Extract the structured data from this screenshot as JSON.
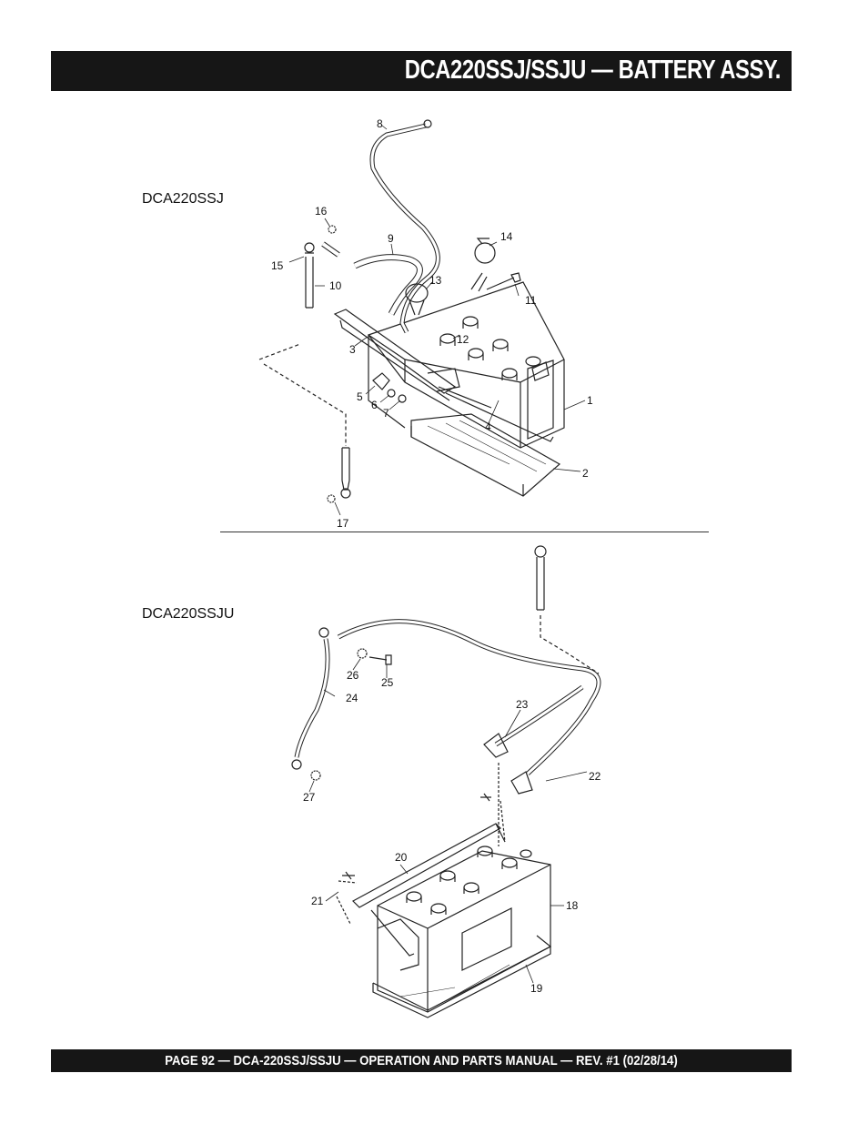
{
  "header": {
    "title": "DCA220SSJ/SSJU — BATTERY ASSY."
  },
  "footer": {
    "text": "PAGE 92 — DCA-220SSJ/SSJU —  OPERATION AND PARTS  MANUAL — REV. #1  (02/28/14)"
  },
  "diagram_top": {
    "model_label": "DCA220SSJ",
    "callouts": {
      "c1": "1",
      "c2": "2",
      "c3": "3",
      "c4": "4",
      "c5": "5",
      "c6": "6",
      "c7": "7",
      "c8": "8",
      "c9": "9",
      "c10": "10",
      "c11": "11",
      "c12": "12",
      "c13": "13",
      "c14": "14",
      "c15": "15",
      "c16": "16",
      "c17": "17"
    }
  },
  "diagram_bottom": {
    "model_label": "DCA220SSJU",
    "callouts": {
      "c18": "18",
      "c19": "19",
      "c20": "20",
      "c21": "21",
      "c22": "22",
      "c23": "23",
      "c24": "24",
      "c25": "25",
      "c26": "26",
      "c27": "27"
    }
  }
}
